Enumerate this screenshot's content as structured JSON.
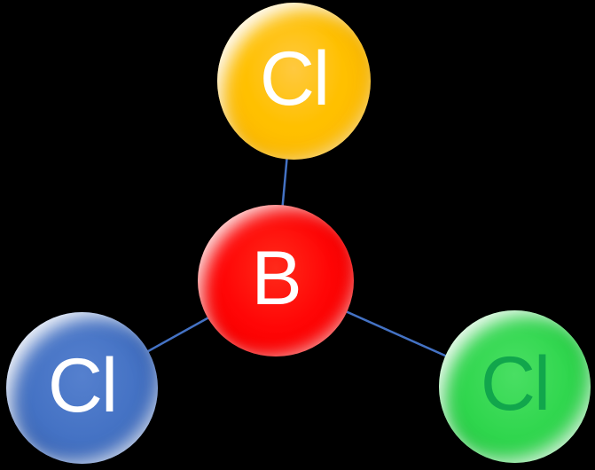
{
  "diagram": {
    "background_color": "#000000",
    "connector_color": "#4472C4",
    "nodes": [
      {
        "id": "cl-top",
        "label": "Cl",
        "fill": "#FFC000",
        "text_color": "#FFFFFF",
        "position": "top"
      },
      {
        "id": "b-center",
        "label": "B",
        "fill": "#FF0606",
        "text_color": "#FFFFFF",
        "position": "center"
      },
      {
        "id": "cl-left",
        "label": "Cl",
        "fill": "#4472C4",
        "text_color": "#FFFFFF",
        "position": "bottom-left"
      },
      {
        "id": "cl-right",
        "label": "Cl",
        "fill": "#2FD64D",
        "text_color": "#11A64C",
        "position": "bottom-right"
      }
    ],
    "edges": [
      {
        "from": "b-center",
        "to": "cl-top"
      },
      {
        "from": "b-center",
        "to": "cl-left"
      },
      {
        "from": "b-center",
        "to": "cl-right"
      }
    ]
  }
}
